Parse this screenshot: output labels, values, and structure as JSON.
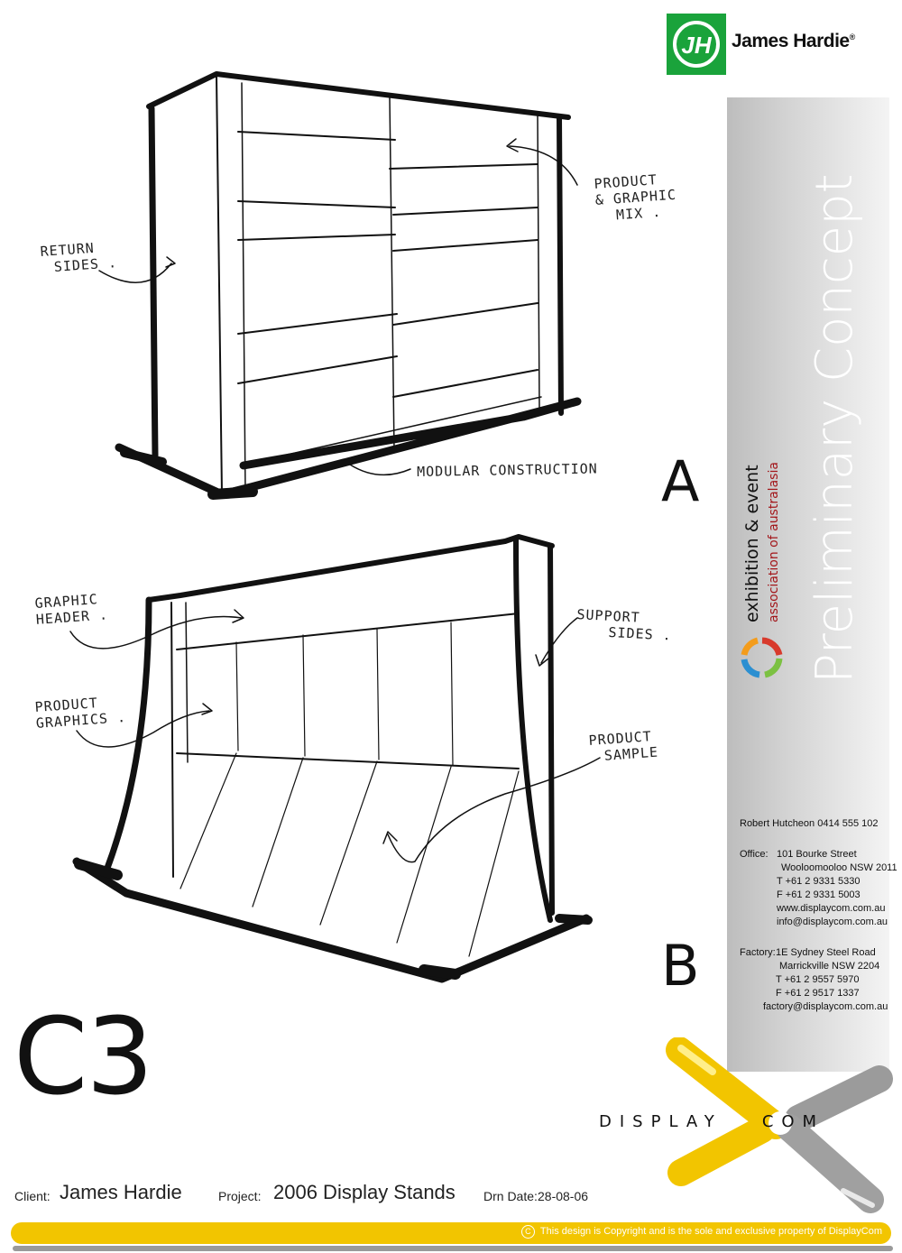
{
  "brand": {
    "name": "James Hardie",
    "initials": "JH",
    "registered": "®",
    "color": "#1aa33b"
  },
  "sidebar": {
    "title": "Preliminary Concept",
    "assoc_line1": "exhibition & event",
    "assoc_line2": "association of australasia"
  },
  "sketch_a": {
    "letter": "A",
    "notes": {
      "return_sides": [
        "RETURN",
        "SIDES ."
      ],
      "product_mix": [
        "PRODUCT",
        "& GRAPHIC",
        "MIX ."
      ],
      "modular": "MODULAR CONSTRUCTION"
    }
  },
  "sketch_b": {
    "letter": "B",
    "notes": {
      "graphic_header": [
        "GRAPHIC",
        "HEADER ."
      ],
      "product_graphics": [
        "PRODUCT",
        "GRAPHICS ."
      ],
      "support_sides": [
        "SUPPORT",
        "SIDES ."
      ],
      "product_sample": [
        "PRODUCT",
        "SAMPLE"
      ]
    }
  },
  "contact": {
    "person": "Robert Hutcheon 0414 555 102",
    "office_label": "Office:",
    "office_lines": [
      "101 Bourke Street",
      "Wooloomooloo NSW 2011",
      "T +61 2 9331 5330",
      "F +61 2 9331 5003",
      "www.displaycom.com.au",
      "info@displaycom.com.au"
    ],
    "factory_label": "Factory:",
    "factory_lines": [
      "1E Sydney Steel Road",
      "Marrickville NSW 2204",
      "T +61 2 9557 5970",
      "F +61 2 9517 1337",
      "factory@displaycom.com.au"
    ]
  },
  "drawing_code": "C3",
  "logo": {
    "left": "DISPLAY",
    "right": "COM",
    "accent": "#f2c500"
  },
  "footer": {
    "client_label": "Client:",
    "client_value": "James Hardie",
    "project_label": "Project:",
    "project_value": "2006 Display Stands",
    "date_label": "Drn Date:",
    "date_value": "28-08-06",
    "copyright_symbol": "C",
    "copyright": "This design is Copyright and is the sole and exclusive property of DisplayCom"
  }
}
